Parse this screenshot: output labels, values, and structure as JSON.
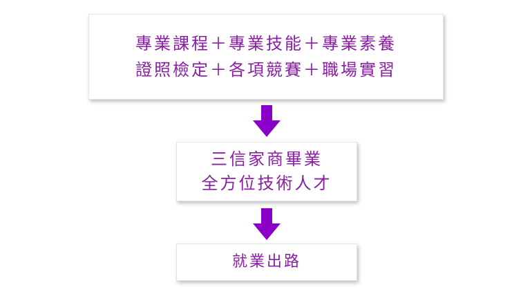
{
  "flow": {
    "steps": [
      {
        "lines": [
          "專業課程＋專業技能＋專業素養",
          "證照檢定＋各項競賽＋職場實習"
        ]
      },
      {
        "lines": [
          "三信家商畢業",
          "全方位技術人才"
        ]
      },
      {
        "lines": [
          "就業出路"
        ]
      }
    ]
  },
  "colors": {
    "text": "#8a1fa6",
    "arrow": "#8a00c8"
  }
}
